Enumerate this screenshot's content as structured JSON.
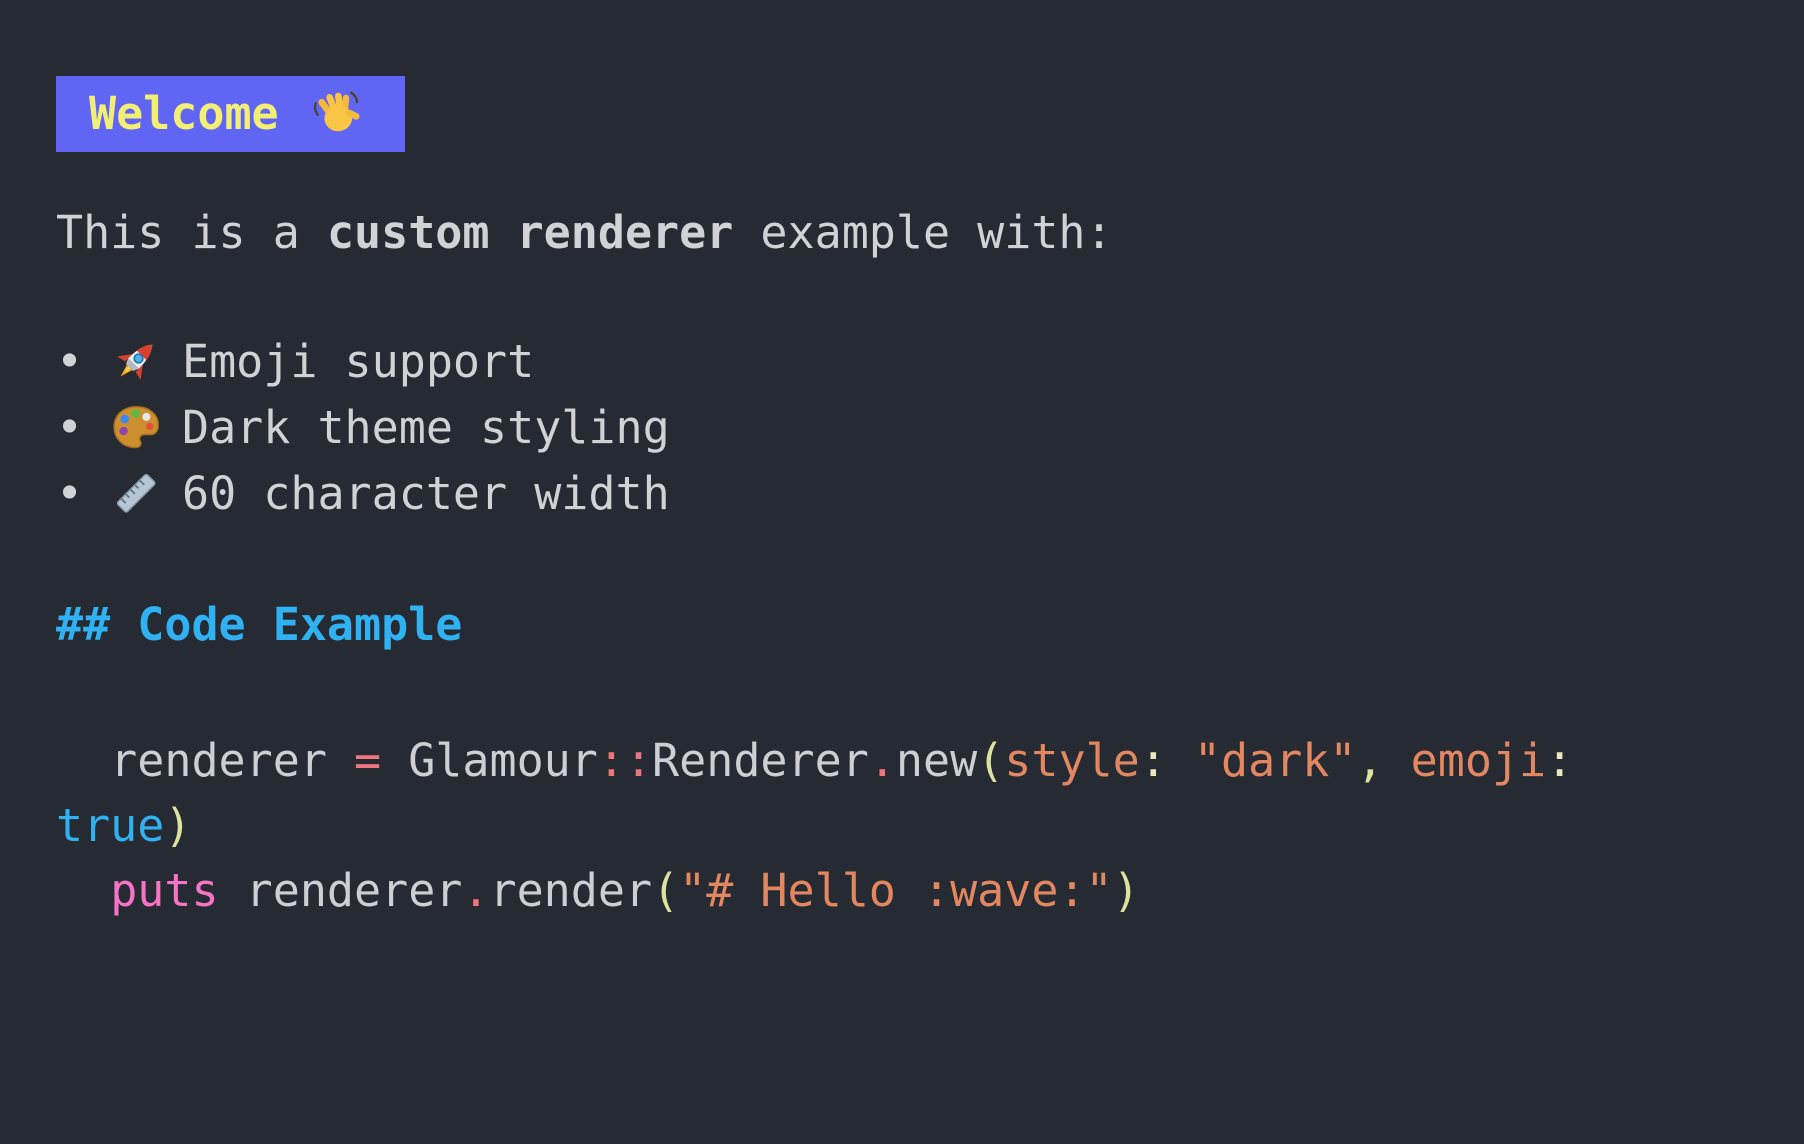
{
  "theme": {
    "bg": "#262a33",
    "banner-bg": "#6165f3",
    "banner-fg": "#f2ef74",
    "fg": "#d0d3d6",
    "blue": "#2fb1f2",
    "code-plain": "#ccd0d4",
    "red": "#f0747c",
    "orange": "#e28760",
    "paren": "#dce3a0",
    "cream": "#eae7bd",
    "pink": "#f773c6"
  },
  "heading1": {
    "text": "Welcome",
    "emoji": "wave-emoji"
  },
  "paragraph": {
    "prefix": "This is a ",
    "bold": "custom renderer",
    "suffix": " example with:"
  },
  "list": {
    "bullet": "•",
    "items": [
      {
        "emoji": "rocket-emoji",
        "label": "Emoji support"
      },
      {
        "emoji": "palette-emoji",
        "label": "Dark theme styling"
      },
      {
        "emoji": "ruler-emoji",
        "label": "60 character width"
      }
    ]
  },
  "heading2": {
    "text": "## Code Example"
  },
  "code_block": {
    "lines": [
      {
        "tokens": [
          {
            "t": "  renderer "
          },
          {
            "t": "="
          },
          {
            "t": " Glamour"
          },
          {
            "t": "::"
          },
          {
            "t": "Renderer"
          },
          {
            "t": "."
          },
          {
            "t": "new"
          },
          {
            "t": "("
          },
          {
            "t": "style"
          },
          {
            "t": ": "
          },
          {
            "t": "\"dark\""
          },
          {
            "t": ", "
          },
          {
            "t": "emoji"
          },
          {
            "t": ":"
          }
        ]
      },
      {
        "tokens": [
          {
            "t": "true"
          },
          {
            "t": ")"
          }
        ]
      },
      {
        "tokens": [
          {
            "t": "  "
          },
          {
            "t": "puts"
          },
          {
            "t": " renderer"
          },
          {
            "t": "."
          },
          {
            "t": "render"
          },
          {
            "t": "("
          },
          {
            "t": "\"# Hello :wave:\""
          },
          {
            "t": ")"
          }
        ]
      }
    ]
  }
}
